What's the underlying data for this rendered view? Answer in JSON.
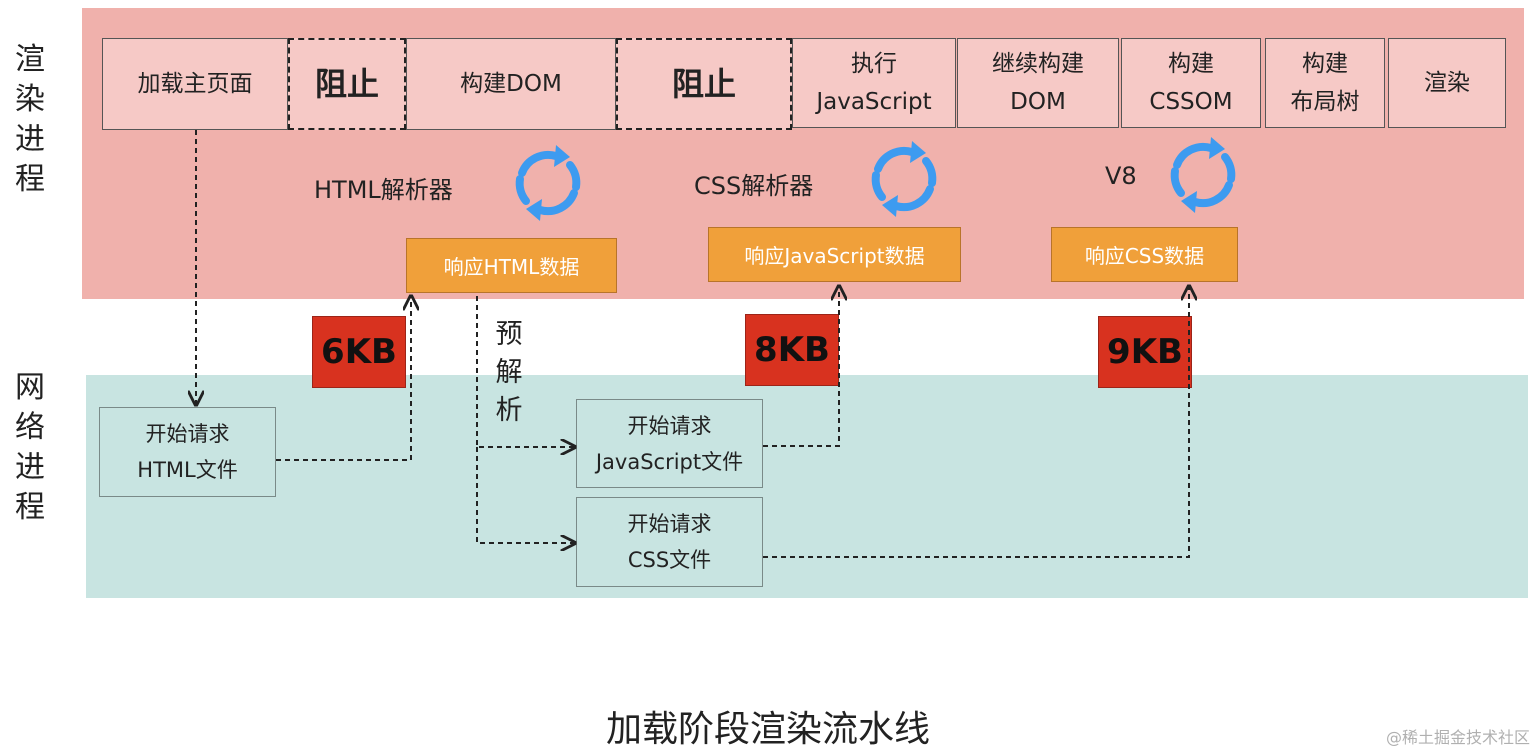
{
  "render_process_label": [
    "渲",
    "染",
    "进",
    "程"
  ],
  "network_process_label": [
    "网",
    "络",
    "进",
    "程"
  ],
  "render_steps": [
    {
      "label": "加载主页面",
      "type": "normal"
    },
    {
      "label": "阻止",
      "type": "block"
    },
    {
      "label": "构建DOM",
      "type": "normal"
    },
    {
      "label": "阻止",
      "type": "block"
    },
    {
      "label": "执行\nJavaScript",
      "type": "normal"
    },
    {
      "label": "继续构建\nDOM",
      "type": "normal"
    },
    {
      "label": "构建\nCSSOM",
      "type": "normal"
    },
    {
      "label": "构建\n布局树",
      "type": "normal"
    },
    {
      "label": "渲染",
      "type": "normal"
    }
  ],
  "parsers": [
    {
      "label": "HTML解析器"
    },
    {
      "label": "CSS解析器"
    },
    {
      "label": "V8"
    }
  ],
  "responses": [
    {
      "label": "响应HTML数据"
    },
    {
      "label": "响应JavaScript数据"
    },
    {
      "label": "响应CSS数据"
    }
  ],
  "sizes": [
    "6KB",
    "8KB",
    "9KB"
  ],
  "network_requests": [
    {
      "line1": "开始请求",
      "line2": "HTML文件"
    },
    {
      "line1": "开始请求",
      "line2": "JavaScript文件"
    },
    {
      "line1": "开始请求",
      "line2": "CSS文件"
    }
  ],
  "preparse_label": [
    "预",
    "解",
    "析"
  ],
  "caption": "加载阶段渲染流水线",
  "watermark": "@稀土掘金技术社区",
  "colors": {
    "render_band": "#f0b1ac",
    "network_band": "#c8e4e1",
    "response_box": "#f0a03a",
    "size_badge": "#d8321f",
    "cycle_icon": "#3d9bf0"
  }
}
